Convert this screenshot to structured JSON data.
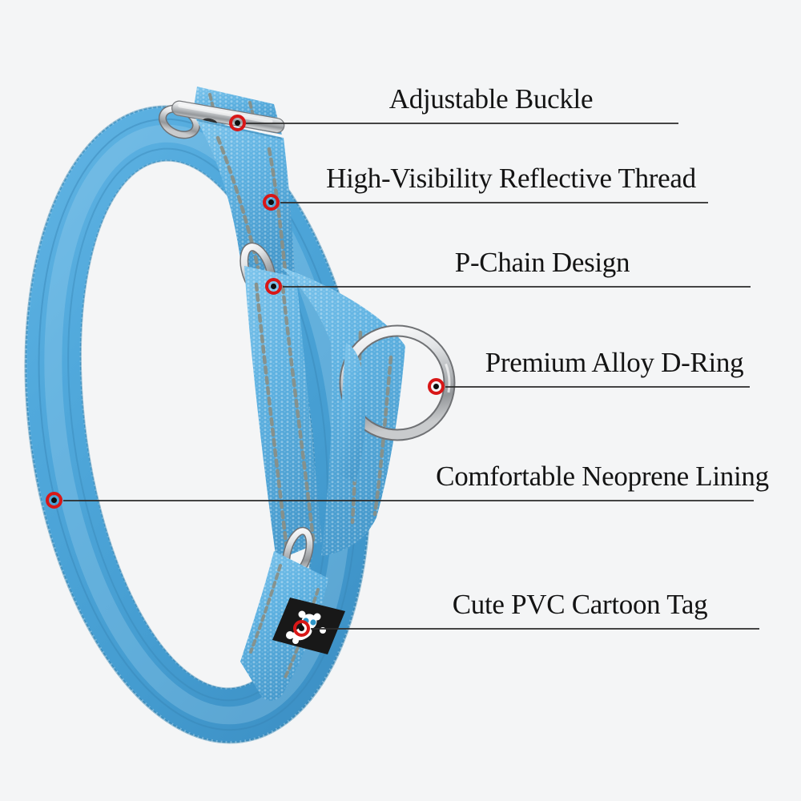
{
  "callouts": [
    {
      "label": "Adjustable Buckle"
    },
    {
      "label": "High-Visibility Reflective Thread"
    },
    {
      "label": "P-Chain Design"
    },
    {
      "label": "Premium Alloy D-Ring"
    },
    {
      "label": "Comfortable Neoprene Lining"
    },
    {
      "label": "Cute PVC Cartoon Tag"
    }
  ],
  "icons": {
    "tag_logo": "cartoon-dog-logo",
    "marker": "red-circle-target-marker"
  },
  "colors": {
    "bg": "#f4f5f6",
    "collar_blue": "#5fb2e2",
    "collar_deep": "#3f93c6",
    "webbing_light": "#8ccbec",
    "reflective_gray": "#8a8e84",
    "chrome_light": "#f2f3f4",
    "chrome_dark": "#85878a",
    "tag_black": "#181818",
    "marker_red": "#d81717",
    "line_black": "#2b2b2b",
    "text_black": "#141414"
  }
}
